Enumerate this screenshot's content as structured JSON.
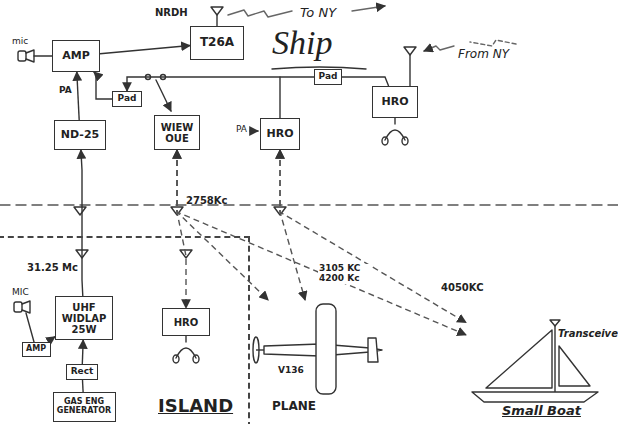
{
  "diagram": {
    "nodes": [
      {
        "text": [
          "NRDH",
          "T26A"
        ]
      },
      {
        "text": [
          "AMP"
        ]
      },
      {
        "text": [
          "Pad"
        ]
      },
      {
        "text": [
          "Pad"
        ]
      },
      {
        "text": [
          "ND-25"
        ]
      },
      {
        "text": [
          "WIEW",
          "OUE"
        ]
      },
      {
        "text": [
          "HRO"
        ]
      },
      {
        "text": [
          "HRO"
        ]
      },
      {
        "text": [
          "ISLAND"
        ]
      },
      {
        "text": [
          "UHF WIDLAP 25W"
        ],
        "in": 8
      },
      {
        "text": [
          "AMP"
        ],
        "in": 8
      },
      {
        "text": [
          "Rect"
        ],
        "in": 8
      },
      {
        "text": [
          "GAS ENG GENERATOR"
        ],
        "in": 8
      },
      {
        "text": [
          "HRO"
        ],
        "in": 8
      },
      {
        "text": [
          "V136",
          "PLANE"
        ]
      },
      {
        "text": [
          "Transceive",
          "Small Boat"
        ]
      }
    ],
    "edges": [
      {
        "from": 1,
        "to": 0,
        "arrow": "to"
      },
      {
        "from": 4,
        "to": 1,
        "label": "PA",
        "arrow": "to"
      },
      {
        "from": 2,
        "to": 1,
        "arrow": "to"
      },
      {
        "from": 7,
        "to": 3,
        "arrow": "none"
      },
      {
        "from": 3,
        "to": 2,
        "arrow": "to"
      },
      {
        "from": 9,
        "to": 4,
        "label": "31.25 Mc",
        "arrow": "to"
      },
      {
        "from": 10,
        "to": 9,
        "arrow": "to"
      },
      {
        "from": 11,
        "to": 9,
        "arrow": "to"
      },
      {
        "from": 12,
        "to": 11,
        "arrow": "none"
      },
      {
        "from": 5,
        "to": 13,
        "arrow": "to"
      },
      {
        "from": 5,
        "to": 14,
        "arrow": "both"
      },
      {
        "from": 5,
        "to": 15,
        "arrow": "both"
      },
      {
        "from": 6,
        "to": 14,
        "label": "3105 KC 4200 Kc",
        "arrow": "both"
      },
      {
        "from": 6,
        "to": 15,
        "label": "4050KC",
        "arrow": "both"
      }
    ],
    "labels": [
      "To NY",
      "From NY",
      "Ship",
      "mic",
      "MIC",
      "PA",
      "2758Kc"
    ]
  }
}
